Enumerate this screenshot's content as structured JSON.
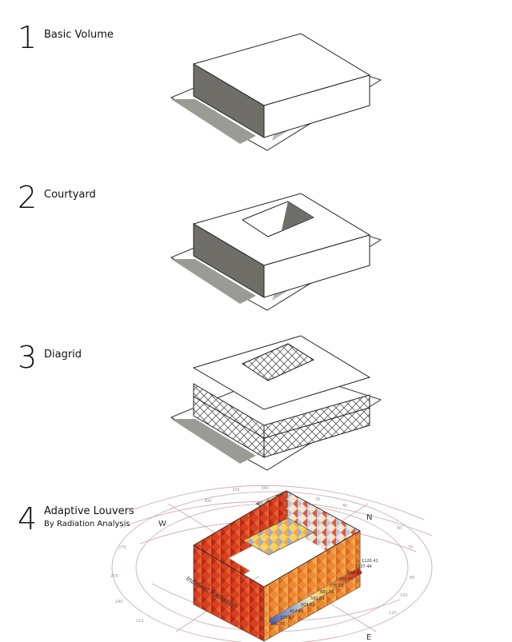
{
  "steps": [
    {
      "number": "1",
      "title": "Basic Volume"
    },
    {
      "number": "2",
      "title": "Courtyard"
    },
    {
      "number": "3",
      "title": "Diagrid"
    },
    {
      "number": "4",
      "title": "Adaptive Louvers",
      "subtitle": "By Radiation Analysis"
    }
  ],
  "sunpath": {
    "compass": [
      "W",
      "N",
      "E"
    ],
    "ticks": [
      "300",
      "320",
      "340",
      "30",
      "40",
      "60",
      "70",
      "270",
      "255",
      "80",
      "240",
      "100",
      "120",
      "210"
    ]
  },
  "legend": {
    "title": "Incident Radiation",
    "values": [
      "1126.41",
      "1037.44",
      "948.47",
      "859.50",
      "770.53",
      "681.56",
      "592.59",
      "503.62",
      "414.65",
      "325.67",
      "236.70"
    ],
    "colors": [
      "#c8231c",
      "#d8401f",
      "#e66a28",
      "#f0963a",
      "#f7bf55",
      "#f8dd7a",
      "#f2ecb5",
      "#c9d3e4",
      "#9aaed4",
      "#6f86c4",
      "#4a5fae"
    ]
  },
  "colors": {
    "paper": "#ffffff",
    "shadow": "#8a8a85",
    "wall_shade": "#6e6d68",
    "louver_red": "#d8401f",
    "louver_orange": "#ec8a34"
  }
}
